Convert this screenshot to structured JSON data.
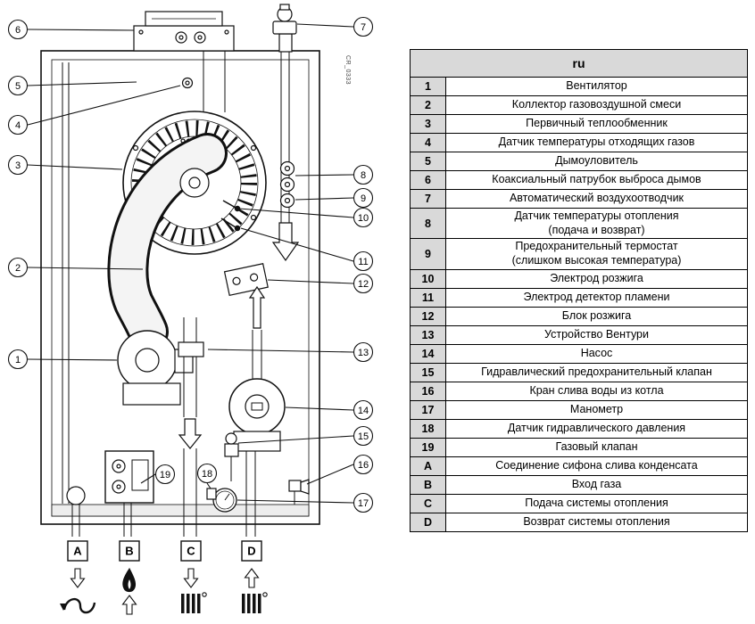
{
  "diagram": {
    "code": "CR_0333",
    "callouts": {
      "1": "1",
      "2": "2",
      "3": "3",
      "4": "4",
      "5": "5",
      "6": "6",
      "7": "7",
      "8": "8",
      "9": "9",
      "10": "10",
      "11": "11",
      "12": "12",
      "13": "13",
      "14": "14",
      "15": "15",
      "16": "16",
      "17": "17",
      "18": "18",
      "19": "19",
      "A": "A",
      "B": "B",
      "C": "C",
      "D": "D"
    }
  },
  "table": {
    "header": "ru",
    "rows": [
      {
        "num": "1",
        "desc": "Вентилятор"
      },
      {
        "num": "2",
        "desc": "Коллектор газовоздушной смеси"
      },
      {
        "num": "3",
        "desc": "Первичный теплообменник"
      },
      {
        "num": "4",
        "desc": "Датчик температуры отходящих газов"
      },
      {
        "num": "5",
        "desc": "Дымоуловитель"
      },
      {
        "num": "6",
        "desc": "Коаксиальный патрубок выброса дымов"
      },
      {
        "num": "7",
        "desc": "Автоматический воздухоотводчик"
      },
      {
        "num": "8",
        "desc": "Датчик температуры отопления\n(подача и возврат)"
      },
      {
        "num": "9",
        "desc": "Предохранительный термостат\n(слишком высокая температура)"
      },
      {
        "num": "10",
        "desc": "Электрод розжига"
      },
      {
        "num": "11",
        "desc": "Электрод детектор пламени"
      },
      {
        "num": "12",
        "desc": "Блок розжига"
      },
      {
        "num": "13",
        "desc": "Устройство Вентури"
      },
      {
        "num": "14",
        "desc": "Насос"
      },
      {
        "num": "15",
        "desc": "Гидравлический предохранительный клапан"
      },
      {
        "num": "16",
        "desc": "Кран слива воды из котла"
      },
      {
        "num": "17",
        "desc": "Манометр"
      },
      {
        "num": "18",
        "desc": "Датчик гидравлического давления"
      },
      {
        "num": "19",
        "desc": "Газовый клапан"
      },
      {
        "num": "A",
        "desc": "Соединение сифона слива конденсата"
      },
      {
        "num": "B",
        "desc": "Вход газа"
      },
      {
        "num": "C",
        "desc": "Подача системы отопления"
      },
      {
        "num": "D",
        "desc": "Возврат системы отопления"
      }
    ]
  }
}
